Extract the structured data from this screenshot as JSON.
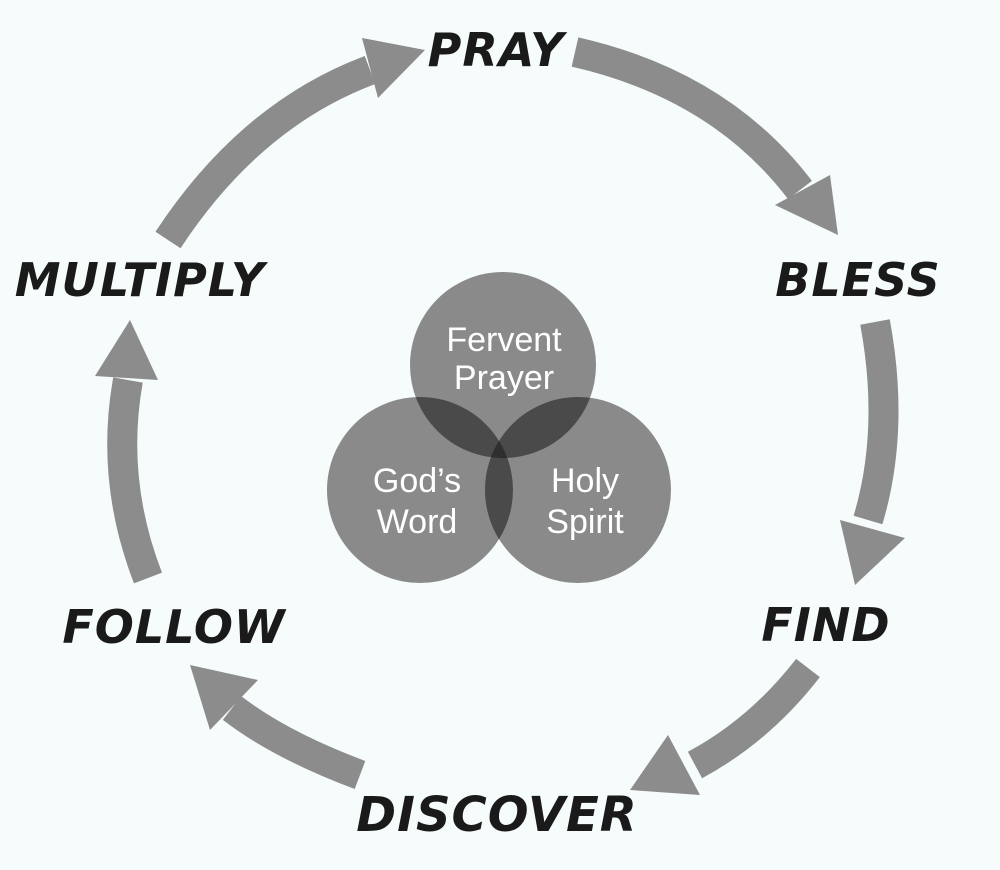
{
  "colors": {
    "background": "#f6fbfb",
    "arrow": "#8c8c8c",
    "circle": "#8a8a8a",
    "overlap": "#4a4a4a",
    "center": "#2e2e2e",
    "label": "#1a1a1a",
    "venn_text": "#ffffff"
  },
  "cycle": {
    "steps": [
      {
        "label": "PRAY"
      },
      {
        "label": "BLESS"
      },
      {
        "label": "FIND"
      },
      {
        "label": "DISCOVER"
      },
      {
        "label": "FOLLOW"
      },
      {
        "label": "MULTIPLY"
      }
    ]
  },
  "venn": {
    "top": {
      "line1": "Fervent",
      "line2": "Prayer"
    },
    "left": {
      "line1": "God’s",
      "line2": "Word"
    },
    "right": {
      "line1": "Holy",
      "line2": "Spirit"
    }
  }
}
